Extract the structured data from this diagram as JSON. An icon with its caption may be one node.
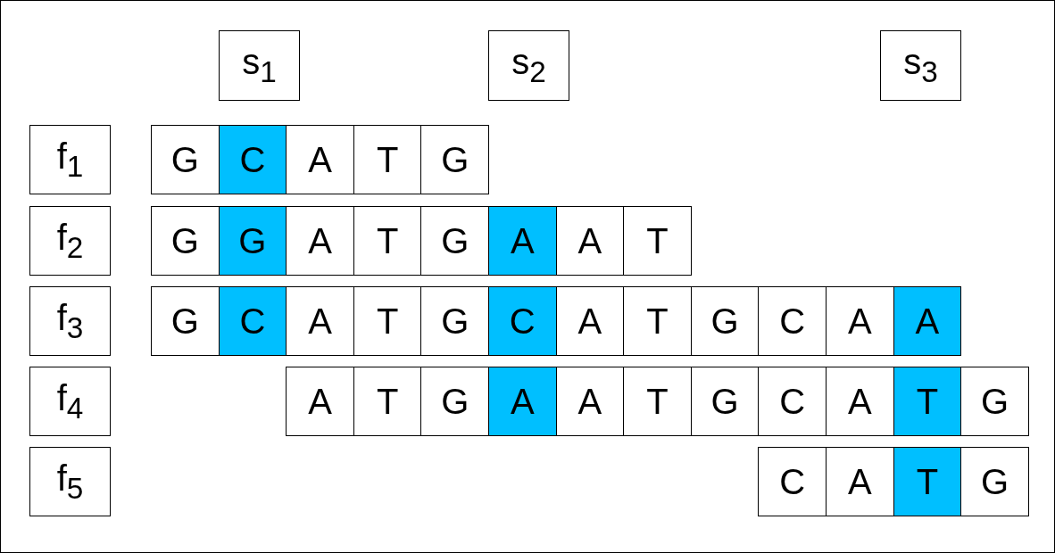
{
  "diagram": {
    "nodes": [
      {
        "text": [
          "s$_{1}$"
        ]
      },
      {
        "text": [
          "s$_{2}$"
        ]
      },
      {
        "text": [
          "s$_{3}$"
        ]
      },
      {
        "text": [
          "f$_{1}$"
        ]
      },
      {
        "text": [
          "G"
        ]
      },
      {
        "text": [
          "C"
        ]
      },
      {
        "text": [
          "A"
        ]
      },
      {
        "text": [
          "T"
        ]
      },
      {
        "text": [
          "G"
        ]
      },
      {
        "text": [
          "f$_{2}$"
        ]
      },
      {
        "text": [
          "G"
        ]
      },
      {
        "text": [
          "G"
        ]
      },
      {
        "text": [
          "A"
        ]
      },
      {
        "text": [
          "T"
        ]
      },
      {
        "text": [
          "G"
        ]
      },
      {
        "text": [
          "A"
        ]
      },
      {
        "text": [
          "A"
        ]
      },
      {
        "text": [
          "T"
        ]
      },
      {
        "text": [
          "f$_{3}$"
        ]
      },
      {
        "text": [
          "G"
        ]
      },
      {
        "text": [
          "C"
        ]
      },
      {
        "text": [
          "A"
        ]
      },
      {
        "text": [
          "T"
        ]
      },
      {
        "text": [
          "G"
        ]
      },
      {
        "text": [
          "C"
        ]
      },
      {
        "text": [
          "A"
        ]
      },
      {
        "text": [
          "T"
        ]
      },
      {
        "text": [
          "G"
        ]
      },
      {
        "text": [
          "C"
        ]
      },
      {
        "text": [
          "A"
        ]
      },
      {
        "text": [
          "A"
        ]
      },
      {
        "text": [
          "f$_{4}$"
        ]
      },
      {
        "text": [
          "A"
        ]
      },
      {
        "text": [
          "T"
        ]
      },
      {
        "text": [
          "G"
        ]
      },
      {
        "text": [
          "A"
        ]
      },
      {
        "text": [
          "A"
        ]
      },
      {
        "text": [
          "T"
        ]
      },
      {
        "text": [
          "G"
        ]
      },
      {
        "text": [
          "C"
        ]
      },
      {
        "text": [
          "A"
        ]
      },
      {
        "text": [
          "T"
        ]
      },
      {
        "text": [
          "G"
        ]
      },
      {
        "text": [
          "f$_{5}$"
        ]
      },
      {
        "text": [
          "C"
        ]
      },
      {
        "text": [
          "A"
        ]
      },
      {
        "text": [
          "T"
        ]
      },
      {
        "text": [
          "G"
        ]
      }
    ]
  }
}
